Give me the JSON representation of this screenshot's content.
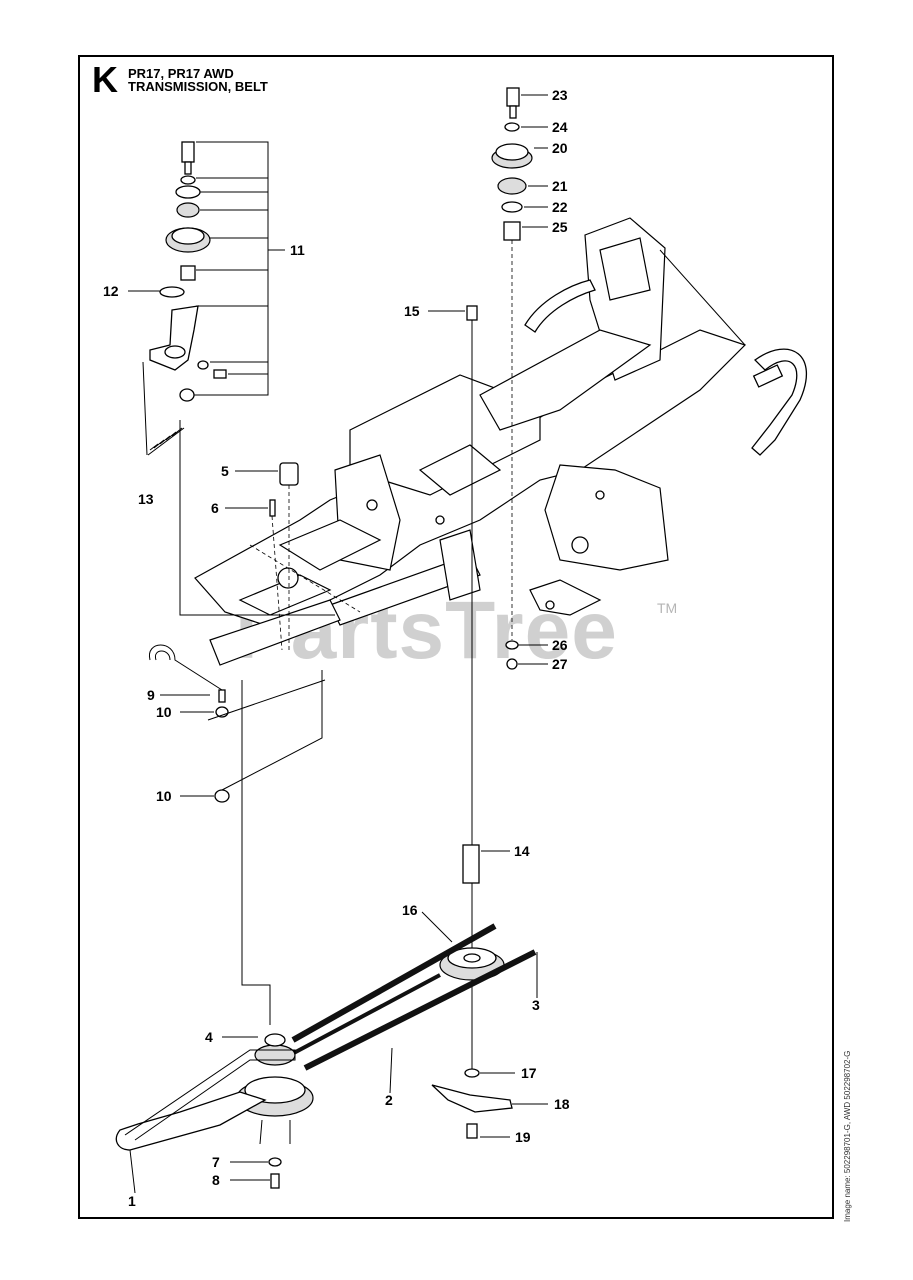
{
  "header": {
    "section_letter": "K",
    "title_line_1": "PR17, PR17 AWD",
    "title_line_2": "TRANSMISSION, BELT"
  },
  "watermark": {
    "text": "PartsTree",
    "trademark": "TM"
  },
  "image_name": "Image name: 502298701-G, AWD 502298702-G",
  "callouts": [
    {
      "id": "c1",
      "label": "1"
    },
    {
      "id": "c2",
      "label": "2"
    },
    {
      "id": "c3",
      "label": "3"
    },
    {
      "id": "c4",
      "label": "4"
    },
    {
      "id": "c5",
      "label": "5"
    },
    {
      "id": "c6",
      "label": "6"
    },
    {
      "id": "c7",
      "label": "7"
    },
    {
      "id": "c8",
      "label": "8"
    },
    {
      "id": "c9",
      "label": "9"
    },
    {
      "id": "c10a",
      "label": "10"
    },
    {
      "id": "c10b",
      "label": "10"
    },
    {
      "id": "c11",
      "label": "11"
    },
    {
      "id": "c12",
      "label": "12"
    },
    {
      "id": "c13",
      "label": "13"
    },
    {
      "id": "c14",
      "label": "14"
    },
    {
      "id": "c15",
      "label": "15"
    },
    {
      "id": "c16",
      "label": "16"
    },
    {
      "id": "c17",
      "label": "17"
    },
    {
      "id": "c18",
      "label": "18"
    },
    {
      "id": "c19",
      "label": "19"
    },
    {
      "id": "c20",
      "label": "20"
    },
    {
      "id": "c21",
      "label": "21"
    },
    {
      "id": "c22",
      "label": "22"
    },
    {
      "id": "c23",
      "label": "23"
    },
    {
      "id": "c24",
      "label": "24"
    },
    {
      "id": "c25",
      "label": "25"
    },
    {
      "id": "c26",
      "label": "26"
    },
    {
      "id": "c27",
      "label": "27"
    }
  ]
}
